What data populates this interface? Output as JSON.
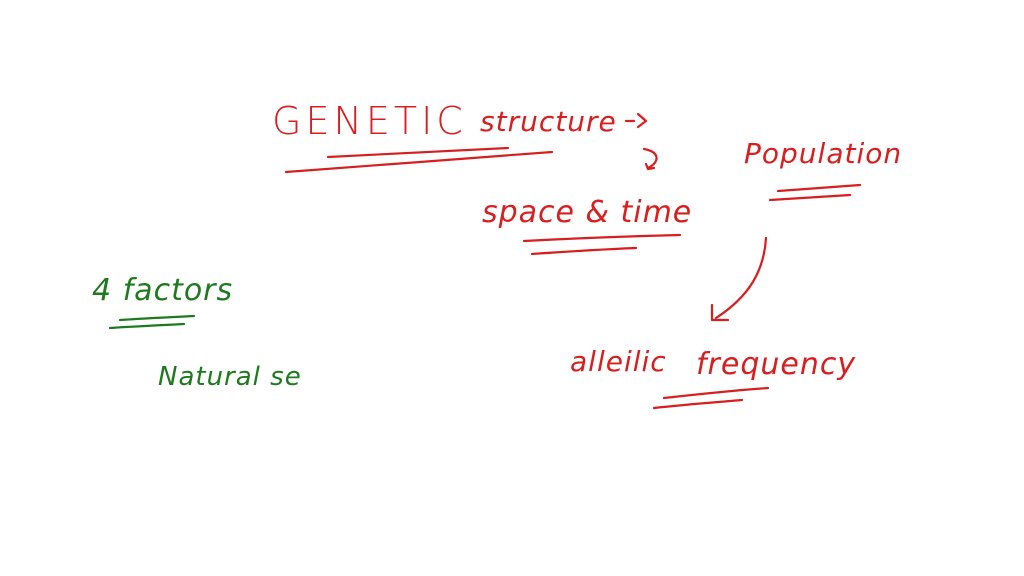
{
  "colors": {
    "red_ink": "#d81e1e",
    "green_ink": "#1e7a1e",
    "background": "#ffffff"
  },
  "notes": {
    "genetic": "GENETIC",
    "structure": "structure",
    "space_time": "space & time",
    "population": "Population",
    "allelic": "alleilic",
    "frequency": "frequency",
    "factors": "4 factors",
    "natural": "Natural se"
  }
}
